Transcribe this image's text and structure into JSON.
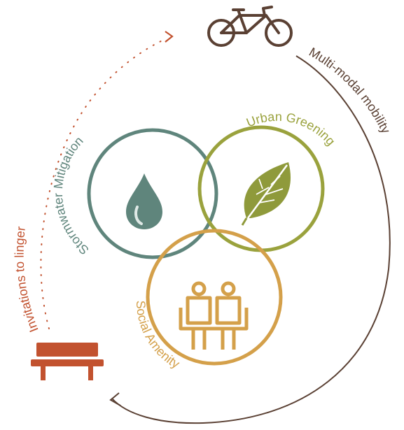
{
  "labels": {
    "multimodal": "Multi-modal mobility",
    "linger": "Invitations to linger",
    "stormwater": "Stormwater Mitigation",
    "greening": "Urban Greening",
    "amenity": "Social Amenity"
  },
  "icons": {
    "top": "bicycle-icon",
    "left_bottom": "bench-icon",
    "stormwater": "water-drop-icon",
    "greening": "leaf-icon",
    "amenity": "people-seated-icon"
  },
  "colors": {
    "teal": "#5f857c",
    "olive": "#9aa23d",
    "leaf": "#8f9a3b",
    "gold": "#d4a04a",
    "brown": "#5a4033",
    "rust": "#c2522f"
  }
}
